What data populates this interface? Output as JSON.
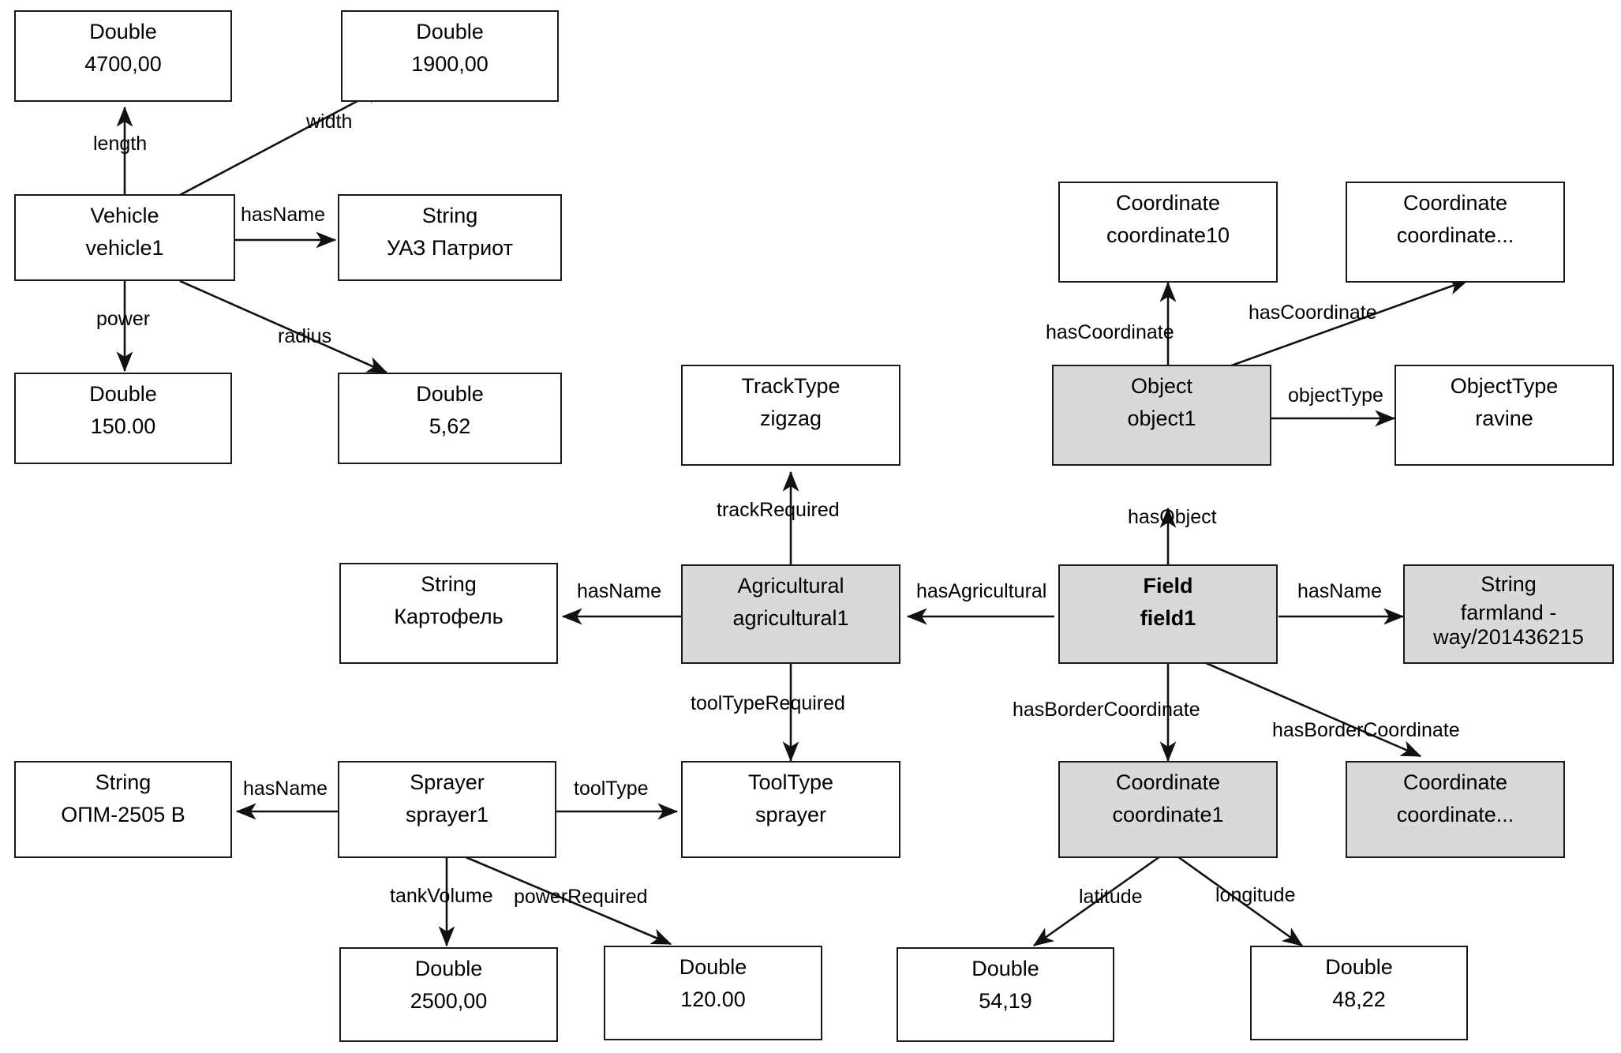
{
  "diagram": {
    "title": "Ontology individuals graph",
    "colors": {
      "shaded_fill": "#d9d9d9",
      "plain_fill": "#ffffff",
      "stroke": "#1a1a1a"
    }
  },
  "nodes": {
    "double_length": {
      "type": "Double",
      "value": "4700,00"
    },
    "double_width": {
      "type": "Double",
      "value": "1900,00"
    },
    "vehicle1": {
      "type": "Vehicle",
      "value": "vehicle1"
    },
    "string_uaz": {
      "type": "String",
      "value": "УАЗ Патриот"
    },
    "double_power": {
      "type": "Double",
      "value": "150.00"
    },
    "double_radius": {
      "type": "Double",
      "value": "5,62"
    },
    "tracktype": {
      "type": "TrackType",
      "value": "zigzag"
    },
    "coordinate10": {
      "type": "Coordinate",
      "value": "coordinate10"
    },
    "coordinate_dots_top": {
      "type": "Coordinate",
      "value": "coordinate..."
    },
    "object1": {
      "type": "Object",
      "value": "object1"
    },
    "objecttype": {
      "type": "ObjectType",
      "value": "ravine"
    },
    "string_potato": {
      "type": "String",
      "value": "Картофель"
    },
    "agricultural1": {
      "type": "Agricultural",
      "value": "agricultural1"
    },
    "field1": {
      "type": "Field",
      "value": "field1"
    },
    "string_farmland": {
      "type": "String",
      "value_line1": "farmland -",
      "value_line2": "way/201436215"
    },
    "string_opm": {
      "type": "String",
      "value": "ОПМ-2505 В"
    },
    "sprayer1": {
      "type": "Sprayer",
      "value": "sprayer1"
    },
    "tooltype": {
      "type": "ToolType",
      "value": "sprayer"
    },
    "coordinate1": {
      "type": "Coordinate",
      "value": "coordinate1"
    },
    "coordinate_dots_bottom": {
      "type": "Coordinate",
      "value": "coordinate..."
    },
    "double_tank": {
      "type": "Double",
      "value": "2500,00"
    },
    "double_powerreq": {
      "type": "Double",
      "value": "120.00"
    },
    "double_lat": {
      "type": "Double",
      "value": "54,19"
    },
    "double_lon": {
      "type": "Double",
      "value": "48,22"
    }
  },
  "edges": {
    "length": "length",
    "width": "width",
    "hasName_vehicle": "hasName",
    "power": "power",
    "radius": "radius",
    "trackRequired": "trackRequired",
    "hasCoordinate_left": "hasCoordinate",
    "hasCoordinate_right": "hasCoordinate",
    "objectType": "objectType",
    "hasObject": "hasObject",
    "hasName_agri": "hasName",
    "hasAgricultural": "hasAgricultural",
    "hasName_field": "hasName",
    "toolTypeRequired": "toolTypeRequired",
    "hasBorderCoordinate_left": "hasBorderCoordinate",
    "hasBorderCoordinate_right": "hasBorderCoordinate",
    "hasName_sprayer": "hasName",
    "toolType": "toolType",
    "tankVolume": "tankVolume",
    "powerRequired": "powerRequired",
    "latitude": "latitude",
    "longitude": "longitude"
  }
}
